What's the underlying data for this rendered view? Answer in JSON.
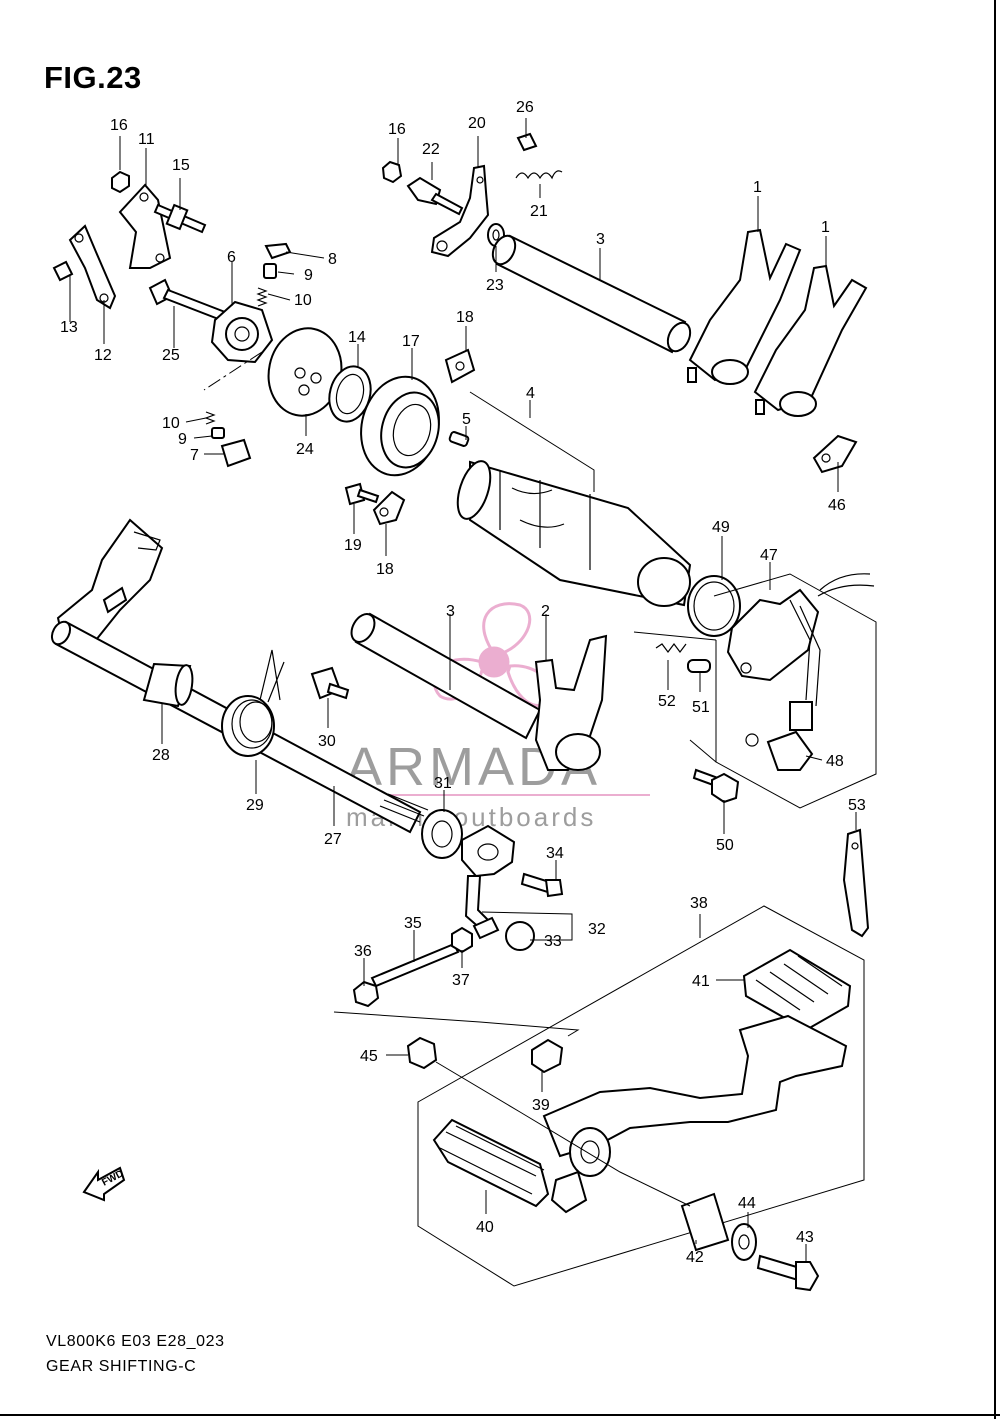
{
  "figure": {
    "title": "FIG.23",
    "code": "VL800K6 E03 E28_023",
    "name": "GEAR SHIFTING-C",
    "fwd_label": "FWD"
  },
  "watermark": {
    "brand": "ARMADA",
    "tagline": "marine outboards",
    "accent_color": "#e8a0c8",
    "text_color": "#888888"
  },
  "callouts": [
    {
      "id": "c-16a",
      "text": "16"
    },
    {
      "id": "c-11",
      "text": "11"
    },
    {
      "id": "c-15",
      "text": "15"
    },
    {
      "id": "c-13",
      "text": "13"
    },
    {
      "id": "c-12",
      "text": "12"
    },
    {
      "id": "c-6",
      "text": "6"
    },
    {
      "id": "c-8",
      "text": "8"
    },
    {
      "id": "c-9a",
      "text": "9"
    },
    {
      "id": "c-10a",
      "text": "10"
    },
    {
      "id": "c-25",
      "text": "25"
    },
    {
      "id": "c-10b",
      "text": "10"
    },
    {
      "id": "c-9b",
      "text": "9"
    },
    {
      "id": "c-7",
      "text": "7"
    },
    {
      "id": "c-24",
      "text": "24"
    },
    {
      "id": "c-14",
      "text": "14"
    },
    {
      "id": "c-17",
      "text": "17"
    },
    {
      "id": "c-18a",
      "text": "18"
    },
    {
      "id": "c-16b",
      "text": "16"
    },
    {
      "id": "c-22",
      "text": "22"
    },
    {
      "id": "c-20",
      "text": "20"
    },
    {
      "id": "c-26",
      "text": "26"
    },
    {
      "id": "c-21",
      "text": "21"
    },
    {
      "id": "c-23",
      "text": "23"
    },
    {
      "id": "c-3a",
      "text": "3"
    },
    {
      "id": "c-1a",
      "text": "1"
    },
    {
      "id": "c-1b",
      "text": "1"
    },
    {
      "id": "c-4",
      "text": "4"
    },
    {
      "id": "c-5",
      "text": "5"
    },
    {
      "id": "c-46",
      "text": "46"
    },
    {
      "id": "c-19",
      "text": "19"
    },
    {
      "id": "c-18b",
      "text": "18"
    },
    {
      "id": "c-49",
      "text": "49"
    },
    {
      "id": "c-47",
      "text": "47"
    },
    {
      "id": "c-3b",
      "text": "3"
    },
    {
      "id": "c-2",
      "text": "2"
    },
    {
      "id": "c-52",
      "text": "52"
    },
    {
      "id": "c-51",
      "text": "51"
    },
    {
      "id": "c-48",
      "text": "48"
    },
    {
      "id": "c-28",
      "text": "28"
    },
    {
      "id": "c-30",
      "text": "30"
    },
    {
      "id": "c-29",
      "text": "29"
    },
    {
      "id": "c-31",
      "text": "31"
    },
    {
      "id": "c-27",
      "text": "27"
    },
    {
      "id": "c-50",
      "text": "50"
    },
    {
      "id": "c-53",
      "text": "53"
    },
    {
      "id": "c-34",
      "text": "34"
    },
    {
      "id": "c-32",
      "text": "32"
    },
    {
      "id": "c-33",
      "text": "33"
    },
    {
      "id": "c-35",
      "text": "35"
    },
    {
      "id": "c-36",
      "text": "36"
    },
    {
      "id": "c-37",
      "text": "37"
    },
    {
      "id": "c-38",
      "text": "38"
    },
    {
      "id": "c-41",
      "text": "41"
    },
    {
      "id": "c-45",
      "text": "45"
    },
    {
      "id": "c-39",
      "text": "39"
    },
    {
      "id": "c-40",
      "text": "40"
    },
    {
      "id": "c-42",
      "text": "42"
    },
    {
      "id": "c-44",
      "text": "44"
    },
    {
      "id": "c-43",
      "text": "43"
    }
  ]
}
